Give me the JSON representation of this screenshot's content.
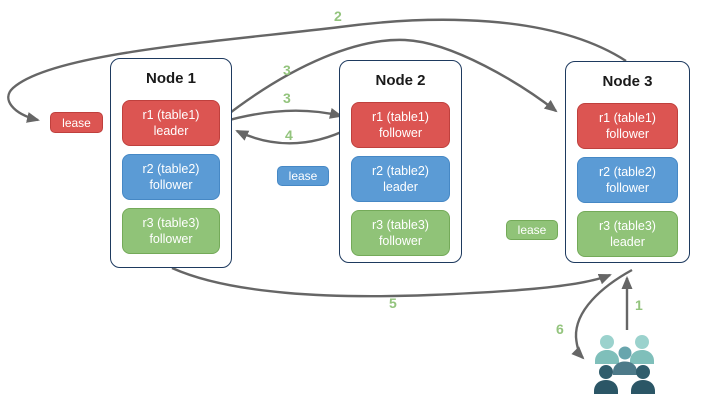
{
  "nodes": [
    {
      "title": "Node 1",
      "replicas": [
        {
          "name": "r1 (table1)",
          "role": "leader",
          "color": "#dc5552"
        },
        {
          "name": "r2 (table2)",
          "role": "follower",
          "color": "#5b9bd5"
        },
        {
          "name": "r3 (table3)",
          "role": "follower",
          "color": "#90c378"
        }
      ]
    },
    {
      "title": "Node 2",
      "replicas": [
        {
          "name": "r1 (table1)",
          "role": "follower",
          "color": "#dc5552"
        },
        {
          "name": "r2 (table2)",
          "role": "leader",
          "color": "#5b9bd5"
        },
        {
          "name": "r3 (table3)",
          "role": "follower",
          "color": "#90c378"
        }
      ]
    },
    {
      "title": "Node 3",
      "replicas": [
        {
          "name": "r1 (table1)",
          "role": "follower",
          "color": "#dc5552"
        },
        {
          "name": "r2 (table2)",
          "role": "follower",
          "color": "#5b9bd5"
        },
        {
          "name": "r3 (table3)",
          "role": "leader",
          "color": "#90c378"
        }
      ]
    }
  ],
  "leases": [
    {
      "label": "lease",
      "color": "#dc5552"
    },
    {
      "label": "lease",
      "color": "#5b9bd5"
    },
    {
      "label": "lease",
      "color": "#90c378"
    }
  ],
  "steps": {
    "s1": "1",
    "s2": "2",
    "s3a": "3",
    "s3b": "3",
    "s4": "4",
    "s5": "5",
    "s6": "6"
  },
  "connections": [
    {
      "step": "1",
      "from": "users",
      "to": "node3-bottom"
    },
    {
      "step": "2",
      "from": "node3-top",
      "to": "lease-red-near-node1"
    },
    {
      "step": "3",
      "from": "node1-r1-leader",
      "to": "node3-r1-follower"
    },
    {
      "step": "3",
      "from": "node1-r1-leader",
      "to": "node2-r1-follower"
    },
    {
      "step": "4",
      "from": "node2-r1-follower",
      "to": "node1-r1-leader"
    },
    {
      "step": "5",
      "from": "node1-bottom",
      "to": "node3-bottom"
    },
    {
      "step": "6",
      "from": "node3-bottom",
      "to": "users"
    }
  ],
  "colors": {
    "arrow": "#666666",
    "step_label": "#93c47d",
    "node_border": "#1e3a5f",
    "replica_red": "#dc5552",
    "replica_blue": "#5b9bd5",
    "replica_green": "#90c378",
    "users_back": "#7fbfba",
    "users_mid": "#4d7a89",
    "users_front": "#2b5666"
  }
}
